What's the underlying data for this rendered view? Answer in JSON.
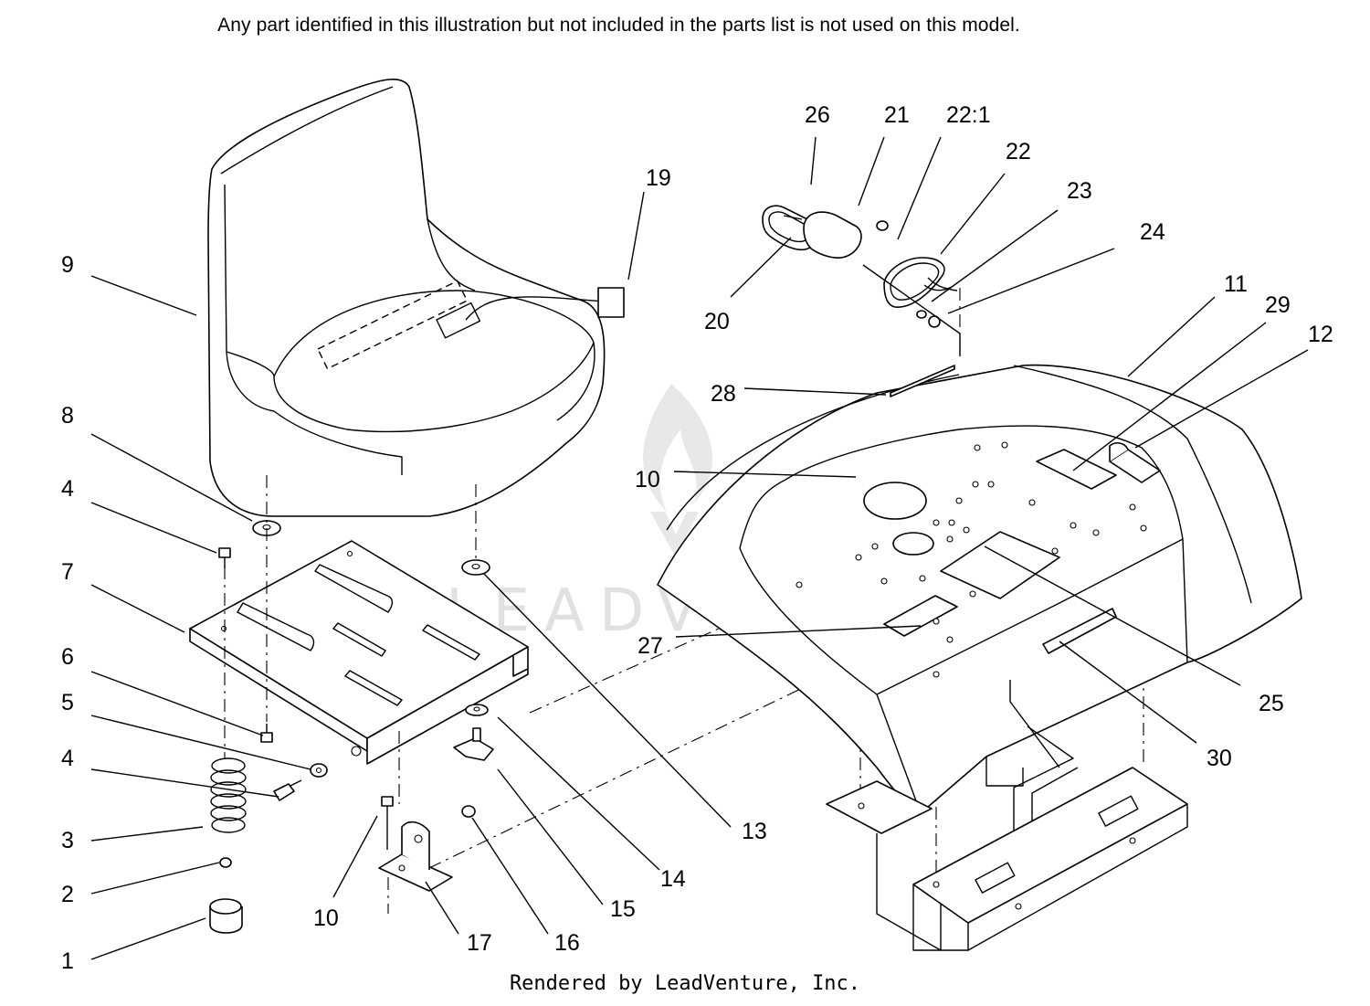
{
  "header": {
    "notice": "Any part identified in this illustration but not included in the parts list is not used on this model."
  },
  "callouts": [
    {
      "id": "c1",
      "label": "1"
    },
    {
      "id": "c2",
      "label": "2"
    },
    {
      "id": "c3",
      "label": "3"
    },
    {
      "id": "c4a",
      "label": "4"
    },
    {
      "id": "c4b",
      "label": "4"
    },
    {
      "id": "c5",
      "label": "5"
    },
    {
      "id": "c6",
      "label": "6"
    },
    {
      "id": "c7",
      "label": "7"
    },
    {
      "id": "c8",
      "label": "8"
    },
    {
      "id": "c9",
      "label": "9"
    },
    {
      "id": "c10a",
      "label": "10"
    },
    {
      "id": "c10b",
      "label": "10"
    },
    {
      "id": "c11",
      "label": "11"
    },
    {
      "id": "c12",
      "label": "12"
    },
    {
      "id": "c13",
      "label": "13"
    },
    {
      "id": "c14",
      "label": "14"
    },
    {
      "id": "c15",
      "label": "15"
    },
    {
      "id": "c16",
      "label": "16"
    },
    {
      "id": "c17",
      "label": "17"
    },
    {
      "id": "c19",
      "label": "19"
    },
    {
      "id": "c20",
      "label": "20"
    },
    {
      "id": "c21",
      "label": "21"
    },
    {
      "id": "c22",
      "label": "22"
    },
    {
      "id": "c22_1",
      "label": "22:1"
    },
    {
      "id": "c23",
      "label": "23"
    },
    {
      "id": "c24",
      "label": "24"
    },
    {
      "id": "c25",
      "label": "25"
    },
    {
      "id": "c26",
      "label": "26"
    },
    {
      "id": "c27",
      "label": "27"
    },
    {
      "id": "c28",
      "label": "28"
    },
    {
      "id": "c29",
      "label": "29"
    },
    {
      "id": "c30",
      "label": "30"
    }
  ],
  "watermark": {
    "text": "LEADVENTURE"
  },
  "footer": {
    "credit": "Rendered by LeadVenture, Inc."
  }
}
